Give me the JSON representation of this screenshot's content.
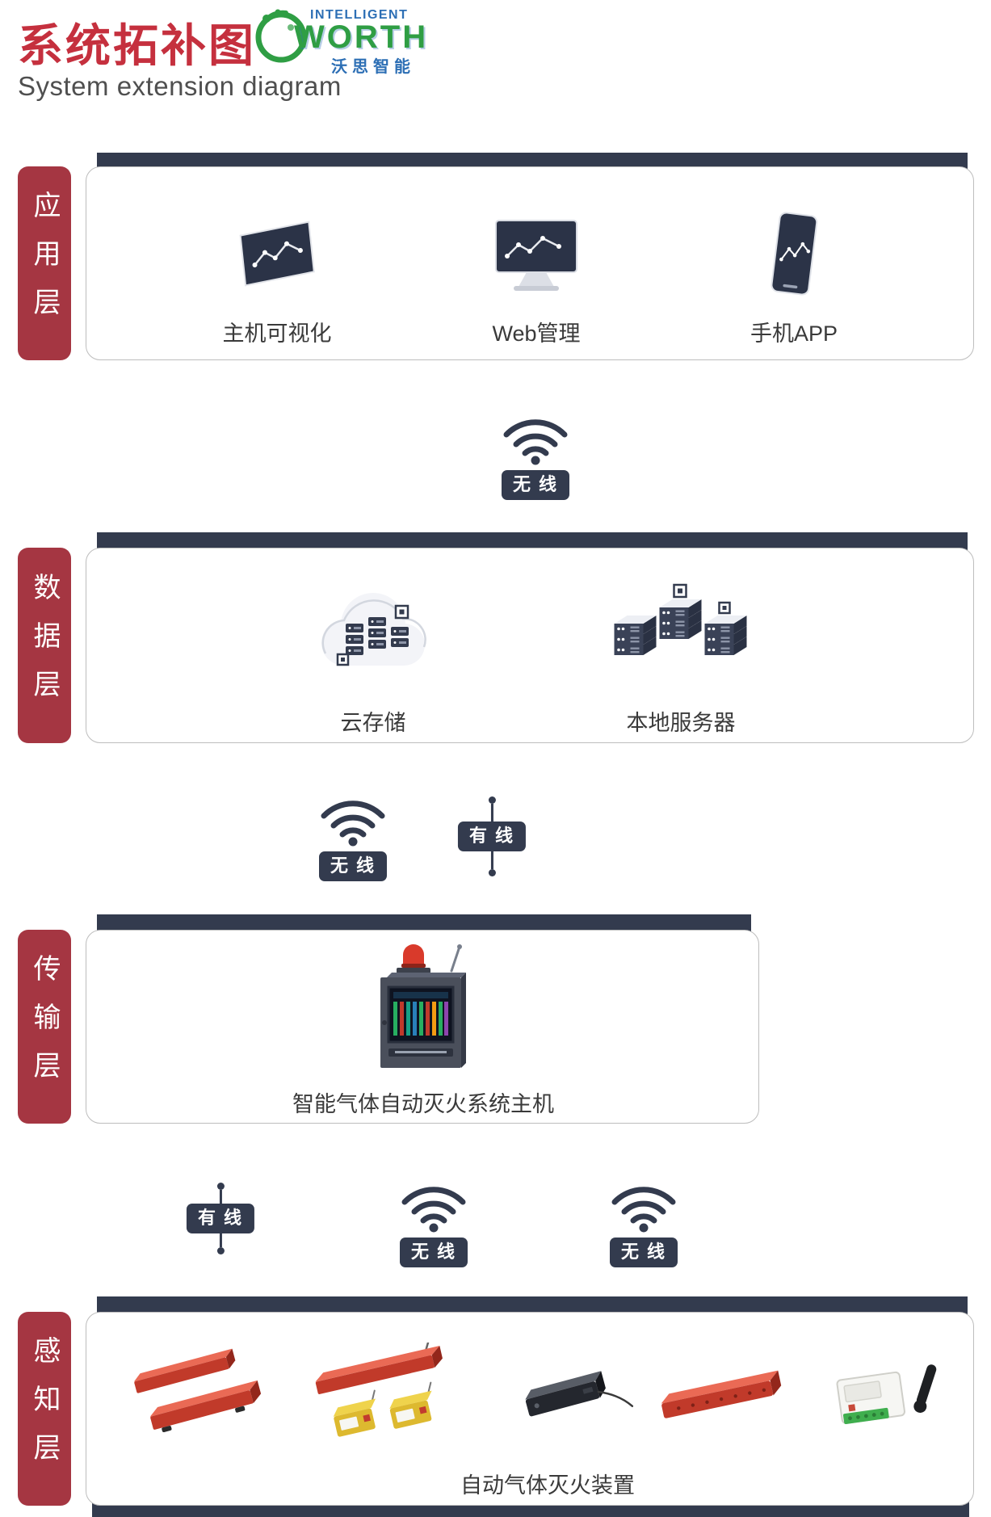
{
  "header": {
    "title_zh": "系统拓补图",
    "title_en": "System extension diagram",
    "logo": {
      "top": "INTELLIGENT",
      "name": "WORTH",
      "sub": "沃思智能"
    }
  },
  "layers": {
    "application": {
      "label": "应用层",
      "items": [
        {
          "label": "主机可视化",
          "icon": "tilted-monitor-icon"
        },
        {
          "label": "Web管理",
          "icon": "monitor-icon"
        },
        {
          "label": "手机APP",
          "icon": "phone-icon"
        }
      ]
    },
    "data": {
      "label": "数据层",
      "items": [
        {
          "label": "云存储",
          "icon": "cloud-storage-icon"
        },
        {
          "label": "本地服务器",
          "icon": "server-stack-icon"
        }
      ]
    },
    "transmission": {
      "label": "传输层",
      "items": [
        {
          "label": "智能气体自动灭火系统主机",
          "icon": "fire-control-host-image"
        }
      ]
    },
    "perception": {
      "label": "感知层",
      "caption": "自动气体灭火装置",
      "items": [
        {
          "icon": "red-detector-bars-image"
        },
        {
          "icon": "red-bar-with-modules-image"
        },
        {
          "icon": "black-flat-device-image"
        },
        {
          "icon": "red-bar-device-image"
        },
        {
          "icon": "white-module-antenna-image"
        }
      ]
    }
  },
  "connections": {
    "wireless_label": "无 线",
    "wired_label": "有 线"
  },
  "colors": {
    "accent_red": "#a53642",
    "title_red": "#c5303e",
    "dark_navy": "#333b4e",
    "logo_green": "#2f9e44",
    "logo_blue": "#2d6fb5"
  }
}
